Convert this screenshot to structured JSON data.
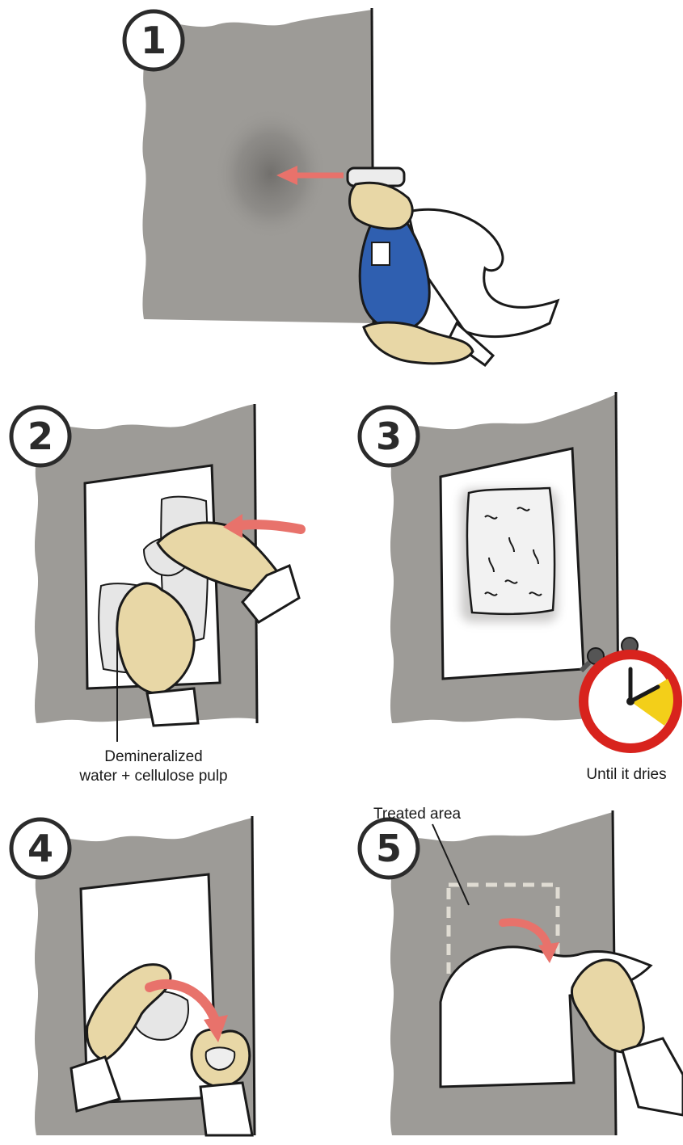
{
  "steps": [
    {
      "number": "1"
    },
    {
      "number": "2",
      "caption_line1": "Demineralized",
      "caption_line2": "water + cellulose pulp"
    },
    {
      "number": "3",
      "caption": "Until it dries"
    },
    {
      "number": "4"
    },
    {
      "number": "5",
      "caption": "Treated area"
    }
  ],
  "colors": {
    "wall": "#9d9b97",
    "arrow": "#e8726b",
    "glove": "#e8d7a6",
    "bottle": "#2f5fb0",
    "timer_ring": "#d8231d",
    "timer_fill": "#f3cf19"
  }
}
